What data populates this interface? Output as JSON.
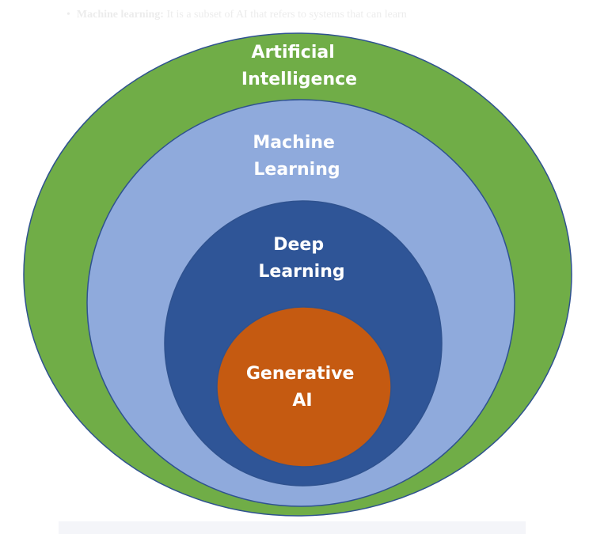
{
  "background_text": {
    "bullet": "•",
    "term": "Machine learning:",
    "text": " It is a subset of AI that refers to systems that can learn"
  },
  "rings": [
    {
      "id": "ai",
      "lines": [
        "Artificial",
        "Intelligence"
      ],
      "color": "#70ad47"
    },
    {
      "id": "ml",
      "lines": [
        "Machine",
        "Learning"
      ],
      "color": "#8faadc"
    },
    {
      "id": "dl",
      "lines": [
        "Deep",
        "Learning"
      ],
      "color": "#2f5597"
    },
    {
      "id": "genai",
      "lines": [
        "Generative",
        "AI"
      ],
      "color": "#c55a11"
    }
  ],
  "outline_color": "#2f528f"
}
